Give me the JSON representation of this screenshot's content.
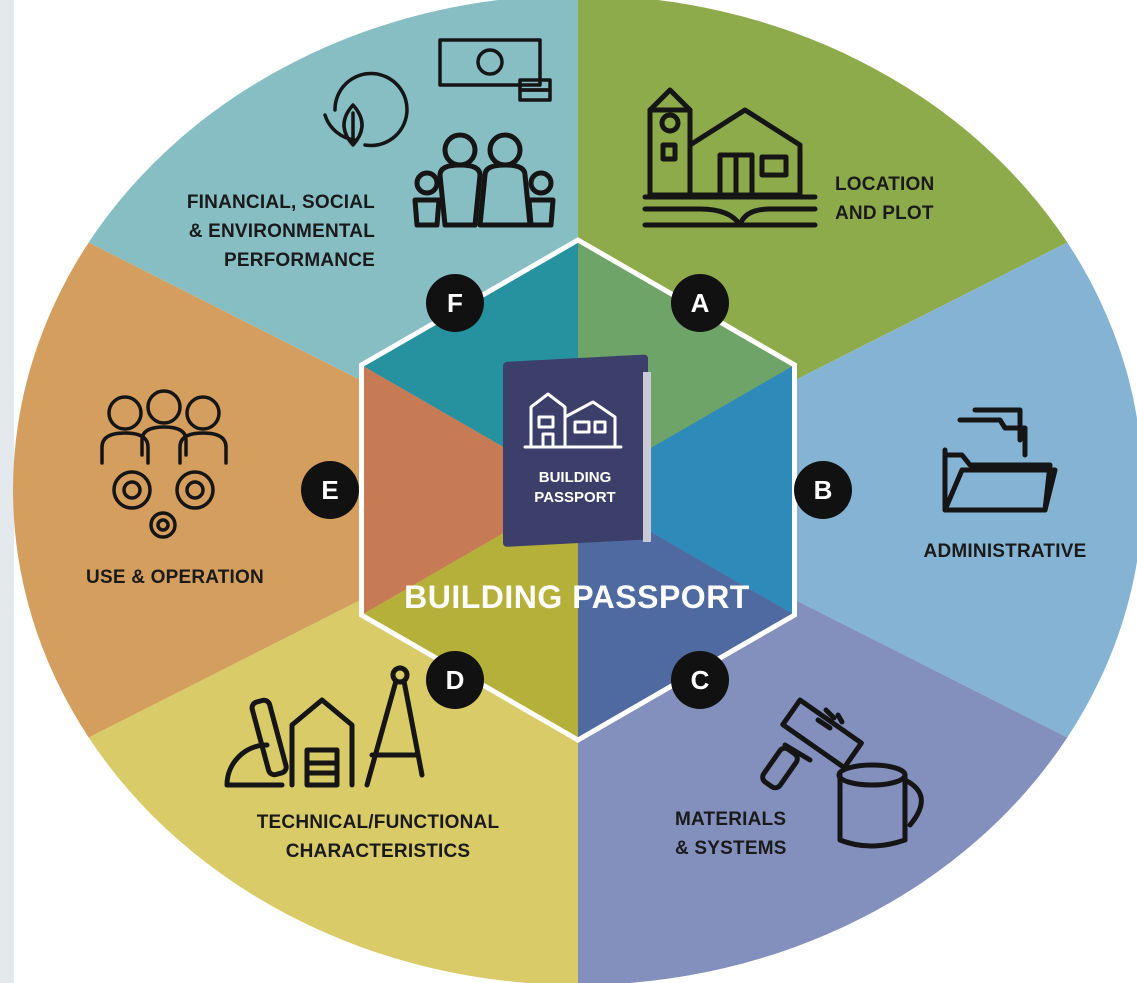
{
  "diagram": {
    "center_title": "BUILDING PASSPORT",
    "book_label_line1": "BUILDING",
    "book_label_line2": "PASSPORT",
    "segments": [
      {
        "letter": "A",
        "lines": [
          "LOCATION",
          "AND PLOT"
        ],
        "outer_color": "#8eab4b",
        "inner_color": "#6fa469",
        "icon": "house-plot-icon"
      },
      {
        "letter": "B",
        "lines": [
          "ADMINISTRATIVE"
        ],
        "outer_color": "#84b3d3",
        "inner_color": "#2e8ab8",
        "icon": "folder-documents-icon"
      },
      {
        "letter": "C",
        "lines": [
          "MATERIALS",
          "& SYSTEMS"
        ],
        "outer_color": "#8390bd",
        "inner_color": "#4f6aa1",
        "icon": "paint-roller-bucket-icon"
      },
      {
        "letter": "D",
        "lines": [
          "TECHNICAL/FUNCTIONAL",
          "CHARACTERISTICS"
        ],
        "outer_color": "#d8cb68",
        "inner_color": "#b5b03a",
        "icon": "drafting-tools-icon"
      },
      {
        "letter": "E",
        "lines": [
          "USE & OPERATION"
        ],
        "outer_color": "#d49e5e",
        "inner_color": "#c77b55",
        "icon": "people-gears-icon"
      },
      {
        "letter": "F",
        "lines": [
          "FINANCIAL, SOCIAL",
          "& ENVIRONMENTAL",
          "PERFORMANCE"
        ],
        "outer_color": "#86bec4",
        "inner_color": "#26929f",
        "icon": "money-family-leaf-icon"
      }
    ],
    "book_color": "#3b3f6a",
    "badge_color": "#111111",
    "hex_border_color": "#ffffff"
  }
}
